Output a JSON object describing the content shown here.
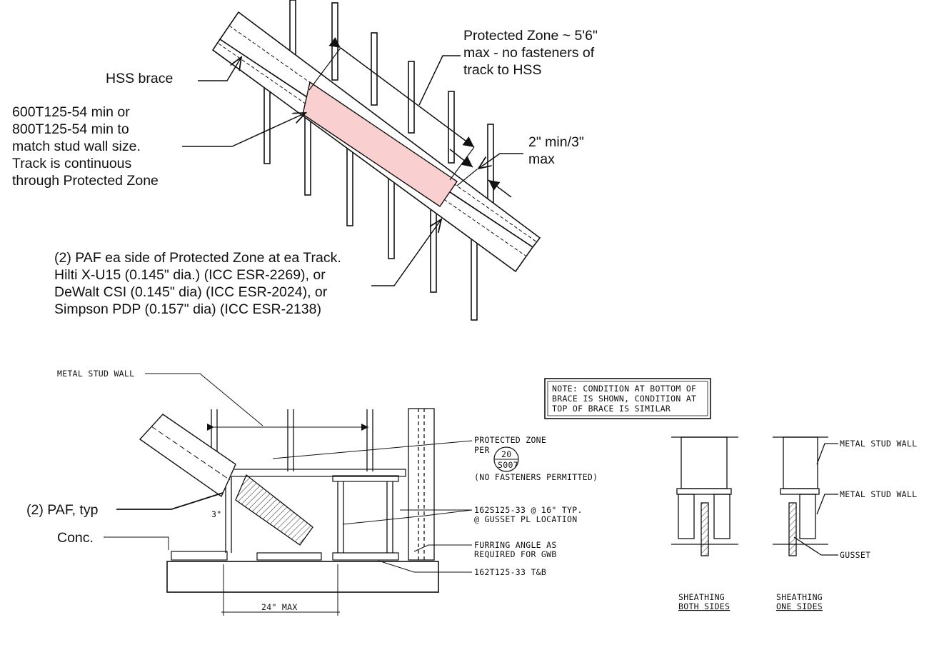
{
  "top_detail": {
    "hss_brace": "HSS brace",
    "protected_zone_note": [
      "Protected Zone ~ 5'6\"",
      "max - no fasteners of",
      "track to HSS"
    ],
    "gap_note": [
      "2\" min/3\"",
      "max"
    ],
    "track_note": [
      "600T125-54 min or",
      "800T125-54 min to",
      "match stud wall size.",
      "Track is continuous",
      "through Protected Zone"
    ],
    "paf_note": [
      "(2) PAF ea side of Protected Zone at ea Track.",
      "Hilti X-U15 (0.145\" dia.) (ICC ESR-2269), or",
      "DeWalt CSI (0.145\" dia) (ICC ESR-2024), or",
      "Simpson PDP (0.157\" dia) (ICC ESR-2138)"
    ],
    "protected_zone_color": "#f9cfcf"
  },
  "bottom_detail": {
    "metal_stud_wall": "METAL STUD WALL",
    "note_lines": [
      "NOTE: CONDITION AT BOTTOM OF",
      "BRACE IS SHOWN, CONDITION AT",
      "TOP OF BRACE IS SIMILAR"
    ],
    "protected_zone_lines": [
      "PROTECTED ZONE",
      "PER",
      "(NO FASTENERS PERMITTED)"
    ],
    "section_ref": {
      "number": "20",
      "sheet": "S007"
    },
    "stud_lines": [
      "162S125-33 @ 16\" TYP.",
      "@ GUSSET PL LOCATION"
    ],
    "furring_lines": [
      "FURRING ANGLE AS",
      "REQUIRED FOR GWB"
    ],
    "track": "162T125-33 T&B",
    "paf_typ": "(2) PAF, typ",
    "conc": "Conc.",
    "dim_24_max": "24\" MAX",
    "dim_small": "3\""
  },
  "sections": {
    "wall_label_1": "METAL STUD WALL",
    "wall_label_2": "METAL STUD WALL",
    "gusset": "GUSSET",
    "both_sides": [
      "SHEATHING",
      "BOTH SIDES"
    ],
    "one_side": [
      "SHEATHING",
      "ONE SIDES"
    ]
  }
}
